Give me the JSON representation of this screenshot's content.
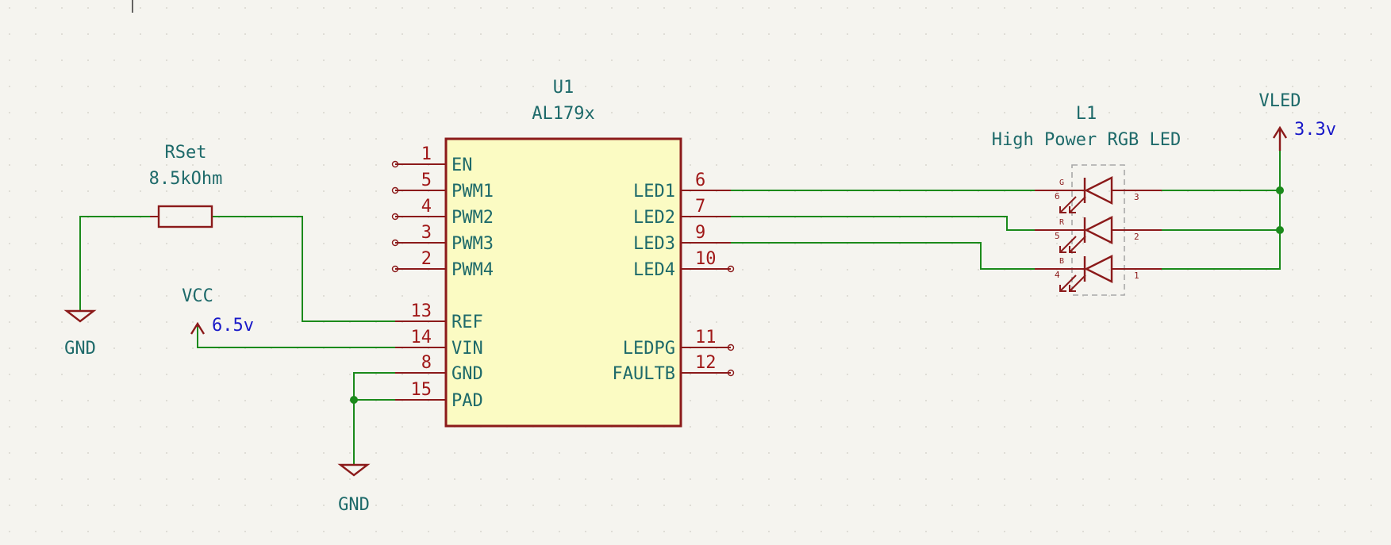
{
  "u1": {
    "ref": "U1",
    "value": "AL179x",
    "left_pins": [
      {
        "num": "1",
        "name": "EN"
      },
      {
        "num": "5",
        "name": "PWM1"
      },
      {
        "num": "4",
        "name": "PWM2"
      },
      {
        "num": "3",
        "name": "PWM3"
      },
      {
        "num": "2",
        "name": "PWM4"
      },
      {
        "num": "13",
        "name": "REF"
      },
      {
        "num": "14",
        "name": "VIN"
      },
      {
        "num": "8",
        "name": "GND"
      },
      {
        "num": "15",
        "name": "PAD"
      }
    ],
    "right_pins": [
      {
        "num": "6",
        "name": "LED1"
      },
      {
        "num": "7",
        "name": "LED2"
      },
      {
        "num": "9",
        "name": "LED3"
      },
      {
        "num": "10",
        "name": "LED4"
      },
      {
        "num": "11",
        "name": "LEDPG"
      },
      {
        "num": "12",
        "name": "FAULTB"
      }
    ]
  },
  "rset": {
    "ref": "RSet",
    "value": "8.5kOhm"
  },
  "l1": {
    "ref": "L1",
    "value": "High Power RGB LED",
    "channels": [
      {
        "color": "G",
        "cathode_pin": "6",
        "anode_pin": "3"
      },
      {
        "color": "R",
        "cathode_pin": "5",
        "anode_pin": "2"
      },
      {
        "color": "B",
        "cathode_pin": "4",
        "anode_pin": "1"
      }
    ]
  },
  "power": {
    "vcc": {
      "name": "VCC",
      "voltage": "6.5v"
    },
    "vled": {
      "name": "VLED",
      "voltage": "3.3v"
    },
    "gnd_left": {
      "name": "GND"
    },
    "gnd_bottom": {
      "name": "GND"
    }
  },
  "colors": {
    "wire": "#1b8a1b",
    "symbol": "#8b1a1a",
    "body_fill": "#fbfbc3",
    "text": "#1e6a6a",
    "voltage": "#1818c8",
    "background": "#f5f4ef"
  }
}
